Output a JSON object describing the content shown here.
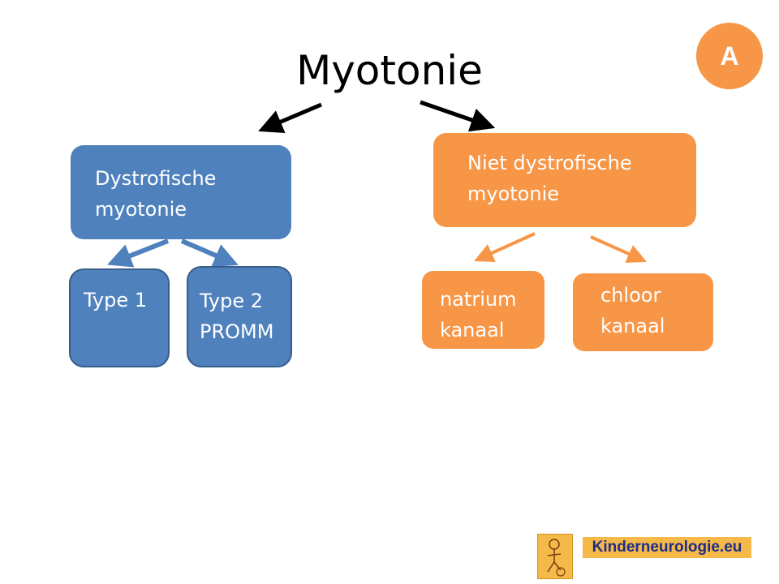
{
  "title": "Myotonie",
  "badge": "A",
  "nodes": {
    "dystrofisch": {
      "line1": "Dystrofische",
      "line2": "myotonie"
    },
    "niet_dystrofisch": {
      "line1": "Niet dystrofische",
      "line2": "myotonie"
    },
    "type1": {
      "line1": "Type 1"
    },
    "type2": {
      "line1": "Type 2",
      "line2": "PROMM"
    },
    "natrium": {
      "line1": "natrium",
      "line2": "kanaal"
    },
    "chloor": {
      "line1": "chloor",
      "line2": "kanaal"
    }
  },
  "logo": {
    "text": "Kinderneurologie.eu"
  },
  "colors": {
    "blue": "#4f81bd",
    "orange": "#f79646",
    "arrow_black": "#000000"
  }
}
